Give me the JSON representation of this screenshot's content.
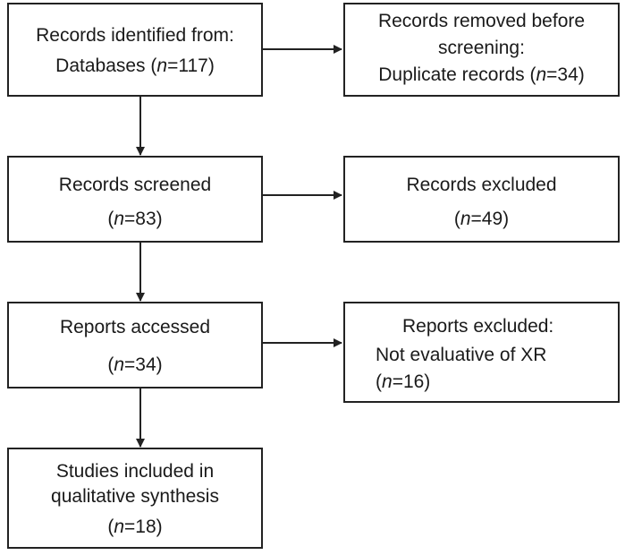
{
  "flowchart": {
    "identified": {
      "title": "Records identified from:",
      "detail_label": "Databases (",
      "n_symbol": "n",
      "n_value": "=117)"
    },
    "removed": {
      "title_line1": "Records removed before",
      "title_line2": "screening:",
      "detail_label": "Duplicate records (",
      "n_symbol": "n",
      "n_value": "=34)"
    },
    "screened": {
      "title": "Records screened",
      "open_paren": "(",
      "n_symbol": "n",
      "n_value": "=83)"
    },
    "excluded": {
      "title": "Records excluded",
      "open_paren": "(",
      "n_symbol": "n",
      "n_value": "=49)"
    },
    "accessed": {
      "title": "Reports accessed",
      "open_paren": "(",
      "n_symbol": "n",
      "n_value": "=34)"
    },
    "reports_excluded": {
      "title": "Reports excluded:",
      "reason": "Not evaluative of XR",
      "open_paren": "(",
      "n_symbol": "n",
      "n_value": "=16)"
    },
    "included": {
      "title_line1": "Studies included in",
      "title_line2": "qualitative synthesis",
      "open_paren": "(",
      "n_symbol": "n",
      "n_value": "=18)"
    }
  },
  "colors": {
    "border": "#222222",
    "text": "#1a1a1a",
    "background": "#ffffff"
  }
}
